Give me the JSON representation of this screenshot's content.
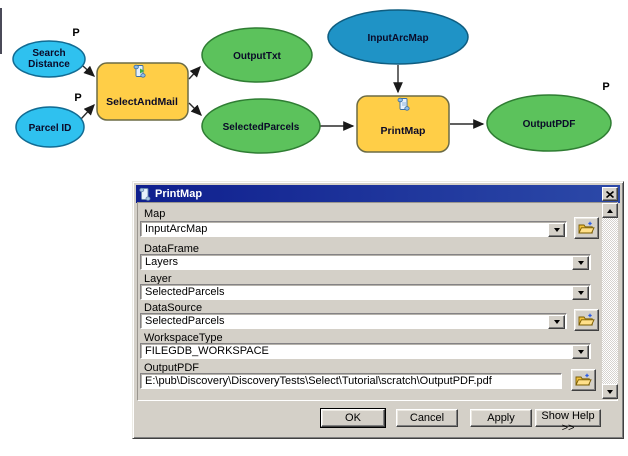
{
  "model": {
    "nodes": {
      "search_distance": {
        "line1": "Search",
        "line2": "Distance",
        "marker": "P"
      },
      "parcel_id": {
        "label": "Parcel ID",
        "marker": "P"
      },
      "select_and_mail": {
        "label": "SelectAndMail"
      },
      "output_txt": {
        "label": "OutputTxt"
      },
      "selected_parcels": {
        "label": "SelectedParcels"
      },
      "input_arc_map": {
        "label": "InputArcMap"
      },
      "print_map": {
        "label": "PrintMap"
      },
      "output_pdf": {
        "label": "OutputPDF",
        "marker": "P"
      }
    },
    "colors": {
      "input_param_fill": "#2FC1EF",
      "input_data_fill": "#1F93C6",
      "derived_data_fill": "#5CC25C",
      "tool_fill": "#FFCE47"
    }
  },
  "dialog": {
    "title": "PrintMap",
    "titlebar_color": "#0F1F8E",
    "fields": [
      {
        "label": "Map",
        "value": "InputArcMap"
      },
      {
        "label": "DataFrame",
        "value": "Layers"
      },
      {
        "label": "Layer",
        "value": "SelectedParcels"
      },
      {
        "label": "DataSource",
        "value": "SelectedParcels"
      },
      {
        "label": "WorkspaceType",
        "value": "FILEGDB_WORKSPACE"
      },
      {
        "label": "OutputPDF",
        "value": "E:\\pub\\Discovery\\DiscoveryTests\\Select\\Tutorial\\scratch\\OutputPDF.pdf"
      }
    ],
    "buttons": {
      "ok": "OK",
      "cancel": "Cancel",
      "apply": "Apply",
      "show_help": "Show Help >>"
    }
  }
}
